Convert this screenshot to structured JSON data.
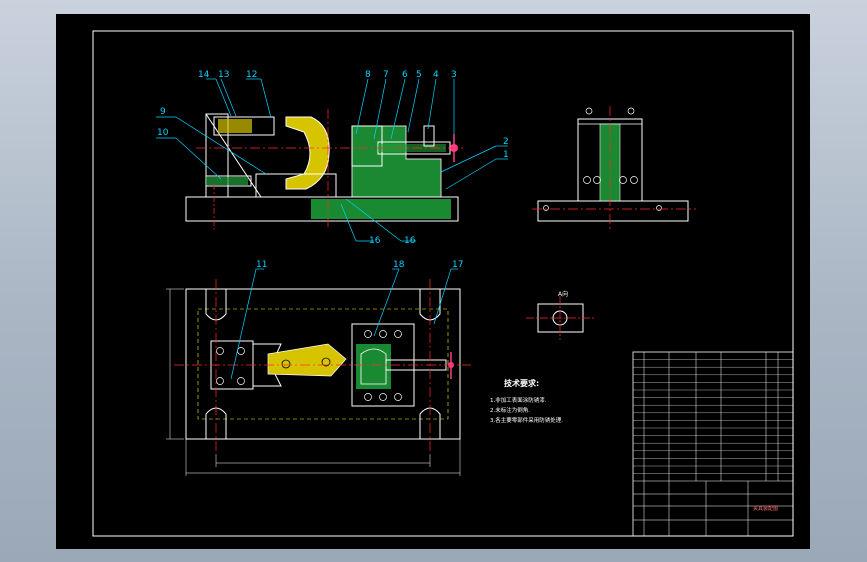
{
  "colors": {
    "background": "#000000",
    "frame": "#ffffff",
    "outline": "#ffffff",
    "part_fill": "#1fa23b",
    "clamp_fill": "#d7c400",
    "leader": "#00d4ff",
    "centerline": "#ff2a2a",
    "hidden": "#ffff00",
    "bolt": "#ff3a8c"
  },
  "front_view": {
    "labels": [
      "14",
      "13",
      "12",
      "8",
      "7",
      "6",
      "5",
      "4",
      "3",
      "9",
      "10",
      "2",
      "1",
      "16",
      "16"
    ]
  },
  "plan_view": {
    "labels": [
      "11",
      "18",
      "17"
    ]
  },
  "section": {
    "label": "A向"
  },
  "tech": {
    "title": "技术要求:",
    "items": [
      "1.非加工表面涂防锈漆.",
      "2.未标注为倒角.",
      "3.各主要零部件采用防锈处理."
    ]
  },
  "title_block": {
    "name": "夹具装配图"
  }
}
